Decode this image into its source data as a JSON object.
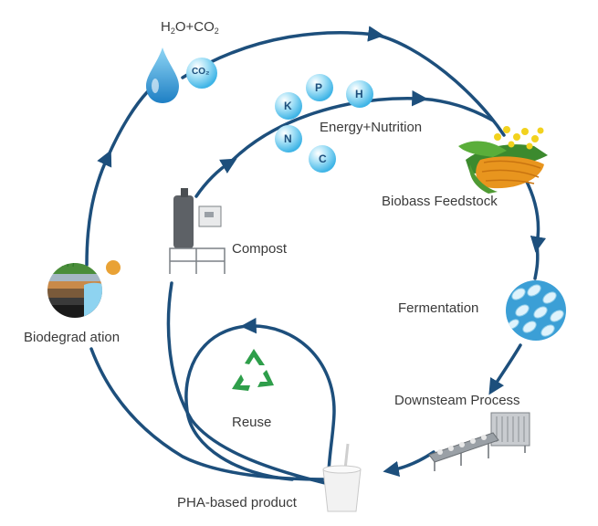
{
  "labels": {
    "h2o": "H",
    "h2o_sub": "2",
    "h2o_rest": "O+CO",
    "co2_sub": "2",
    "energy_nutrition": "Energy+Nutrition",
    "biobass": "Biobass Feedstock",
    "compost": "Compost",
    "fermentation": "Fermentation",
    "biodegradation": "Biodegrad ation",
    "downstream": "Downsteam  Process",
    "reuse": "Reuse",
    "pha_product": "PHA-based product"
  },
  "bubbles": {
    "co2_drop": "CO₂",
    "k": "K",
    "p": "P",
    "h": "H",
    "n": "N",
    "c": "C"
  },
  "colors": {
    "arrow": "#1d4f7c",
    "bubble": "#7fd0f0",
    "text": "#3a3a3a",
    "recycle": "#2e9e4a"
  }
}
